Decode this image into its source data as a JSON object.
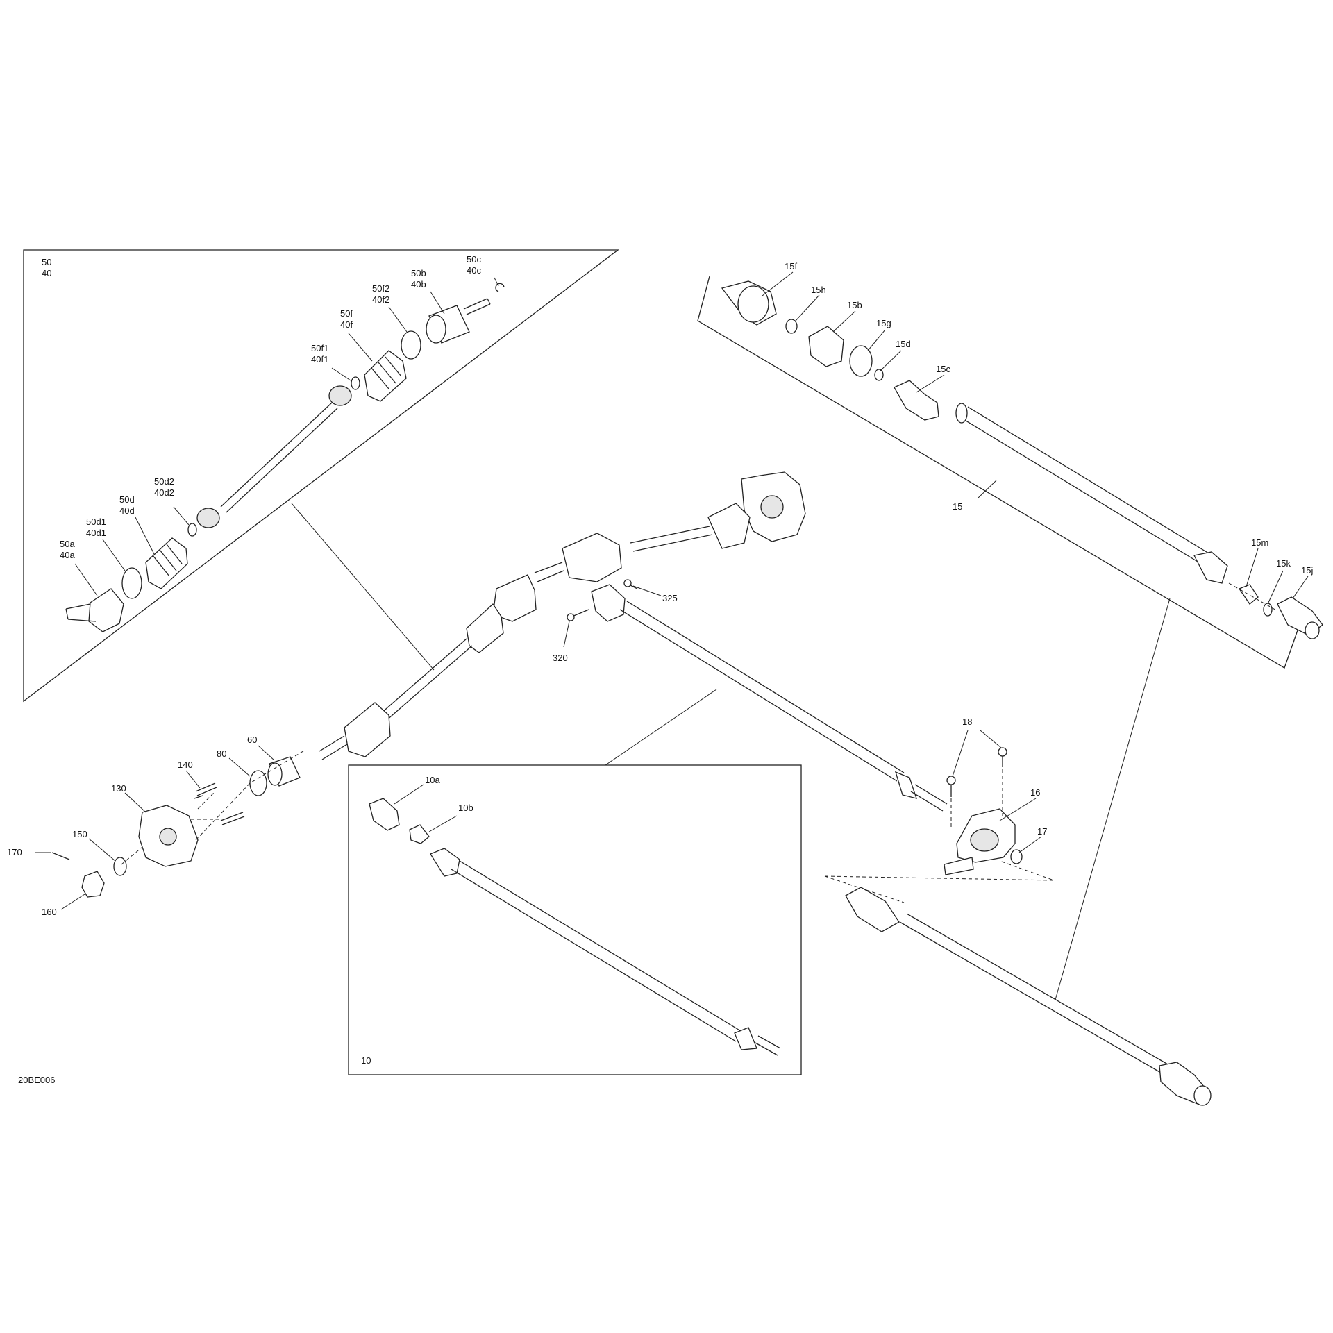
{
  "diagram": {
    "code": "20BE006",
    "box_top_left_labels": [
      "50",
      "40"
    ],
    "box_bottom_label": "10",
    "callouts": {
      "c50c": [
        "50c",
        "40c"
      ],
      "c50b": [
        "50b",
        "40b"
      ],
      "c50f2": [
        "50f2",
        "40f2"
      ],
      "c50f": [
        "50f",
        "40f"
      ],
      "c50f1": [
        "50f1",
        "40f1"
      ],
      "c50d2": [
        "50d2",
        "40d2"
      ],
      "c50d": [
        "50d",
        "40d"
      ],
      "c50d1": [
        "50d1",
        "40d1"
      ],
      "c50a": [
        "50a",
        "40a"
      ],
      "c15f": "15f",
      "c15h": "15h",
      "c15b": "15b",
      "c15g": "15g",
      "c15d": "15d",
      "c15c": "15c",
      "c15": "15",
      "c15m": "15m",
      "c15k": "15k",
      "c15j": "15j",
      "c325": "325",
      "c320": "320",
      "c18": "18",
      "c16": "16",
      "c17": "17",
      "c60": "60",
      "c80": "80",
      "c140": "140",
      "c130": "130",
      "c150": "150",
      "c170": "170",
      "c160": "160",
      "c10a": "10a",
      "c10b": "10b"
    }
  }
}
